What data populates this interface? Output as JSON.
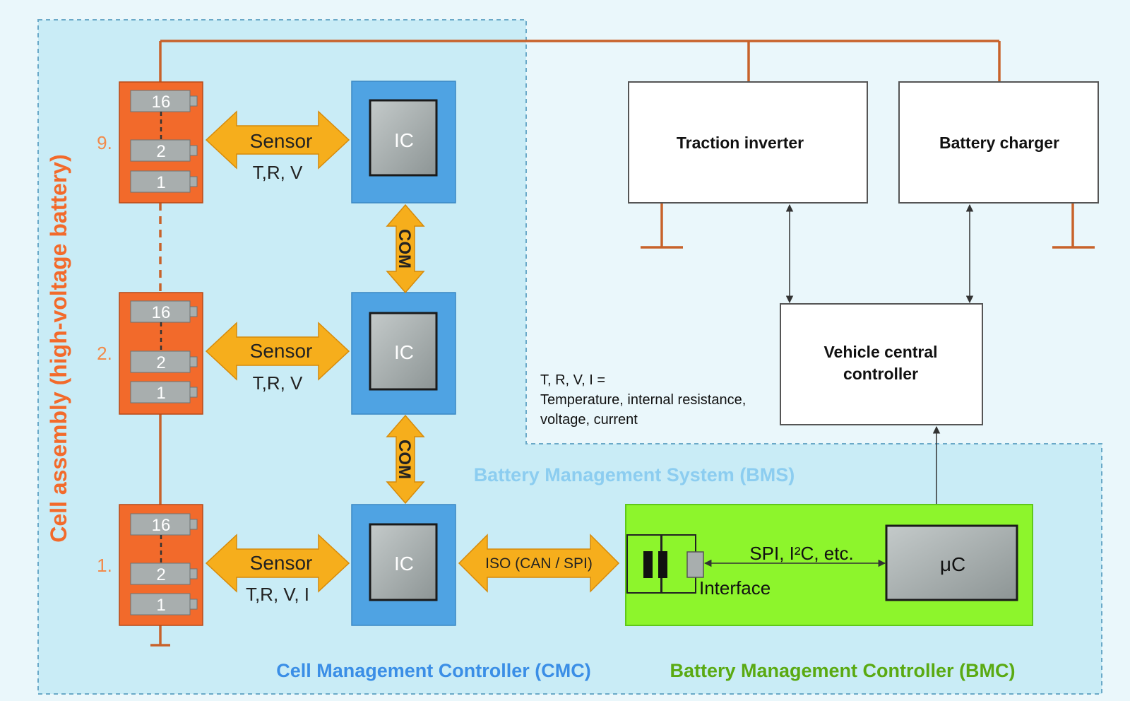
{
  "vertical_label": "Cell assembly (high-voltage battery)",
  "modules": [
    {
      "index": "9.",
      "cells": [
        "16",
        "2",
        "1"
      ],
      "sensor": "Sensor",
      "measure": "T,R, V",
      "ic": "IC"
    },
    {
      "index": "2.",
      "cells": [
        "16",
        "2",
        "1"
      ],
      "sensor": "Sensor",
      "measure": "T,R, V",
      "ic": "IC"
    },
    {
      "index": "1.",
      "cells": [
        "16",
        "2",
        "1"
      ],
      "sensor": "Sensor",
      "measure": "T,R, V, I",
      "ic": "IC"
    }
  ],
  "com_labels": [
    "COM",
    "COM"
  ],
  "iso_label": "ISO (CAN / SPI)",
  "traction_inverter": "Traction inverter",
  "battery_charger": "Battery charger",
  "vehicle_controller": [
    "Vehicle central",
    "controller"
  ],
  "legend": [
    "T, R, V, I =",
    "Temperature, internal resistance,",
    "voltage, current"
  ],
  "bms_label": "Battery Management System (BMS)",
  "spi_label": "SPI, I²C, etc.",
  "interface_label": "Interface",
  "uc_label": "μC",
  "cmc_label": "Cell Management Controller (CMC)",
  "bmc_label": "Battery Management Controller (BMC)",
  "colors": {
    "orange": "#f26a2b",
    "copper": "#c8622a",
    "yellow": "#f6ae1c",
    "blue": "#4fa3e3",
    "green": "#8df52c",
    "cell": "#a8aeae",
    "ic": "#9aa2a2",
    "cmc_text": "#3a8ee6",
    "bmc_text": "#5aaa12",
    "bms_text": "#8ccdf0",
    "region": "#c9ecf6"
  }
}
